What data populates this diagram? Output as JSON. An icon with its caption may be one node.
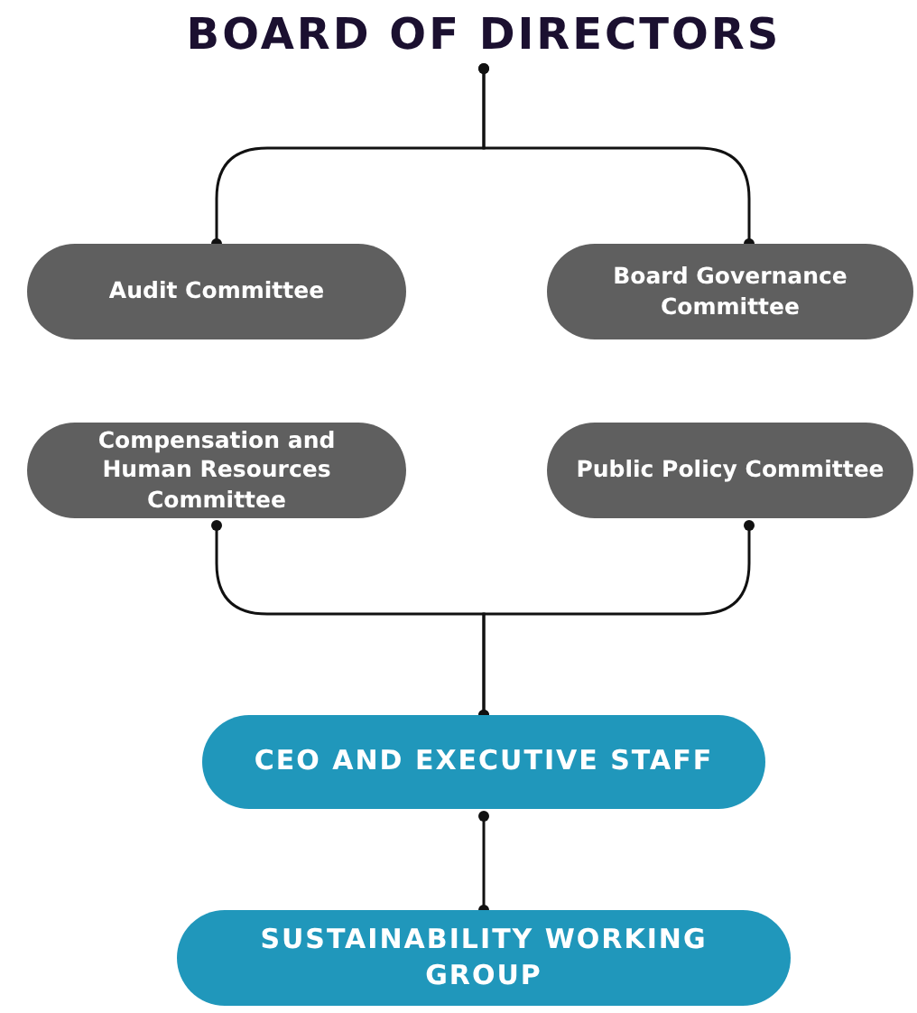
{
  "diagram": {
    "nodes": [
      {
        "text": [
          "BOARD OF DIRECTORS"
        ]
      },
      {
        "text": [
          "Audit Committee"
        ]
      },
      {
        "text": [
          "Board Governance Committee"
        ]
      },
      {
        "text": [
          "Compensation and Human Resources Committee"
        ]
      },
      {
        "text": [
          "Public Policy Committee"
        ]
      },
      {
        "text": [
          "CEO AND EXECUTIVE STAFF"
        ]
      },
      {
        "text": [
          "SUSTAINABILITY WORKING GROUP"
        ]
      }
    ],
    "edges": [
      {
        "from": 0,
        "to": 1,
        "arrow": "other"
      },
      {
        "from": 0,
        "to": 2,
        "arrow": "other"
      },
      {
        "from": 3,
        "to": 5,
        "arrow": "other"
      },
      {
        "from": 4,
        "to": 5,
        "arrow": "other"
      },
      {
        "from": 5,
        "to": 6,
        "arrow": "other"
      }
    ]
  }
}
